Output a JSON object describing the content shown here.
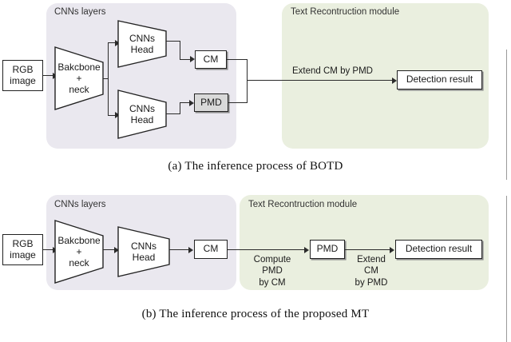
{
  "figure": {
    "panels": [
      {
        "id": "a",
        "caption": "(a) The inference process of BOTD",
        "groups": [
          {
            "name": "cnn-layers-a",
            "label": "CNNs layers",
            "color": "#eae8ef"
          },
          {
            "name": "text-reconstruction-a",
            "label": "Text Recontruction module",
            "color": "#eaefdf"
          }
        ],
        "nodes": {
          "input": {
            "lines": [
              "RGB",
              "image"
            ]
          },
          "backbone": {
            "lines": [
              "Bakcbone",
              "+",
              "neck"
            ]
          },
          "head_top": {
            "lines": [
              "CNNs",
              "Head"
            ]
          },
          "head_bottom": {
            "lines": [
              "CNNs",
              "Head"
            ]
          },
          "cm": {
            "label": "CM"
          },
          "pmd": {
            "label": "PMD"
          },
          "detection": {
            "label": "Detection result"
          }
        },
        "edge_labels": [
          {
            "name": "extend-cm-by-pmd",
            "text": "Extend CM by PMD"
          }
        ]
      },
      {
        "id": "b",
        "caption": "(b) The inference process of the proposed MT",
        "groups": [
          {
            "name": "cnn-layers-b",
            "label": "CNNs layers",
            "color": "#eae8ef"
          },
          {
            "name": "text-reconstruction-b",
            "label": "Text Recontruction module",
            "color": "#eaefdf"
          }
        ],
        "nodes": {
          "input": {
            "lines": [
              "RGB",
              "image"
            ]
          },
          "backbone": {
            "lines": [
              "Bakcbone",
              "+",
              "neck"
            ]
          },
          "head": {
            "lines": [
              "CNNs",
              "Head"
            ]
          },
          "cm": {
            "label": "CM"
          },
          "pmd": {
            "label": "PMD"
          },
          "detection": {
            "label": "Detection result"
          }
        },
        "edge_labels": [
          {
            "name": "compute-pmd-by-cm",
            "lines": [
              "Compute",
              "PMD",
              "by CM"
            ]
          },
          {
            "name": "extend-cm-by-pmd",
            "lines": [
              "Extend",
              "CM",
              "by PMD"
            ]
          }
        ]
      }
    ]
  },
  "colors": {
    "panel_purple": "#eae8ef",
    "panel_green": "#eaefdf",
    "stroke": "#2b2b2b",
    "gray_fill": "#d9d9d9",
    "margin_rule": "#9a9a9a"
  }
}
